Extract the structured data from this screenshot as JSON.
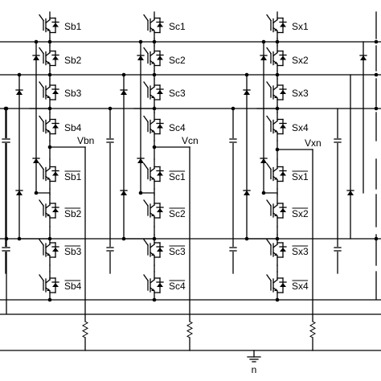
{
  "legs": [
    {
      "id": "b",
      "output_label": "Vbn",
      "switches": [
        {
          "text": "Sb1",
          "overline": false
        },
        {
          "text": "Sb2",
          "overline": false
        },
        {
          "text": "Sb3",
          "overline": false
        },
        {
          "text": "Sb4",
          "overline": false
        },
        {
          "text": "Sb1",
          "overline": true
        },
        {
          "text": "Sb2",
          "overline": true
        },
        {
          "text": "Sb3",
          "overline": true
        },
        {
          "text": "Sb4",
          "overline": true
        }
      ]
    },
    {
      "id": "c",
      "output_label": "Vcn",
      "switches": [
        {
          "text": "Sc1",
          "overline": false
        },
        {
          "text": "Sc2",
          "overline": false
        },
        {
          "text": "Sc3",
          "overline": false
        },
        {
          "text": "Sc4",
          "overline": false
        },
        {
          "text": "Sc1",
          "overline": true
        },
        {
          "text": "Sc2",
          "overline": true
        },
        {
          "text": "Sc3",
          "overline": true
        },
        {
          "text": "Sc4",
          "overline": true
        }
      ]
    },
    {
      "id": "x",
      "output_label": "Vxn",
      "switches": [
        {
          "text": "Sx1",
          "overline": false
        },
        {
          "text": "Sx2",
          "overline": false
        },
        {
          "text": "Sx3",
          "overline": false
        },
        {
          "text": "Sx4",
          "overline": false
        },
        {
          "text": "Sx1",
          "overline": true
        },
        {
          "text": "Sx2",
          "overline": true
        },
        {
          "text": "Sx3",
          "overline": true
        },
        {
          "text": "Sx4",
          "overline": true
        }
      ]
    }
  ],
  "neutral_label": "n"
}
